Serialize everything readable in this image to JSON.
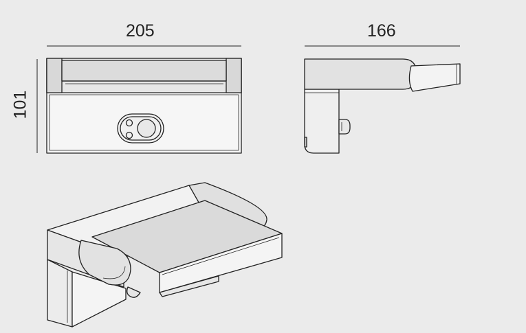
{
  "dimensions": {
    "width": "205",
    "depth": "166",
    "height": "101"
  },
  "colors": {
    "background": "#ebebeb",
    "line": "#222222",
    "fill": "#f6f6f6",
    "panel": "#e4e4e4",
    "dark_panel": "#d6d6d6"
  }
}
